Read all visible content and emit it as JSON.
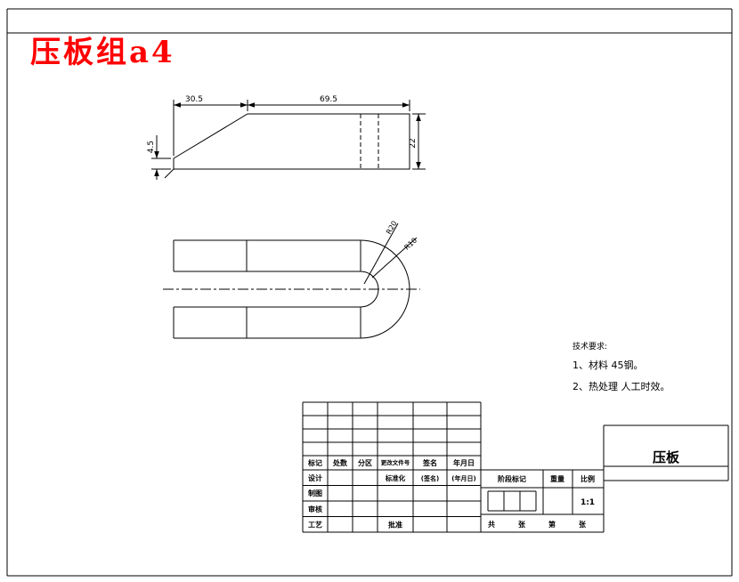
{
  "page": {
    "title": "压板组a4"
  },
  "side_view": {
    "dim_width_left": "30.5",
    "dim_width_right": "69.5",
    "dim_height_left": "4.5",
    "dim_height_right": "22"
  },
  "plan_view": {
    "radius_outer": "R20",
    "radius_inner": "R10"
  },
  "notes": {
    "heading": "技术要求:",
    "items": [
      "1、材料  45钢。",
      "2、热处理  人工时效。"
    ]
  },
  "title_block": {
    "part_name": "压板",
    "header": {
      "mark": "标记",
      "count": "处数",
      "zone": "分区",
      "change_file_no": "更改文件号",
      "signature": "签名",
      "date": "年月日"
    },
    "rows": {
      "design": "设计",
      "draft": "制图",
      "check": "审核",
      "process": "工艺",
      "standardization": "标准化",
      "signature_hint": "(签名)",
      "date_hint": "(年月日)",
      "approve": "批准"
    },
    "stage_mark": "阶段标记",
    "weight": "重量",
    "scale": "比例",
    "scale_value": "1:1",
    "sheet": {
      "gong": "共",
      "zhang1": "张",
      "di": "第",
      "zhang2": "张"
    }
  }
}
